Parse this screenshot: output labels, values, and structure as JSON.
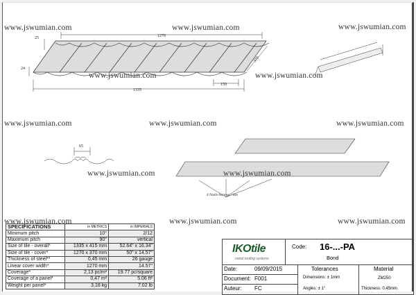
{
  "watermark": "www.jswumian.com",
  "drawing": {
    "dims": {
      "overall_length": "1270",
      "total_length": "1335",
      "height_top": "25",
      "height_bottom": "24",
      "width": "370",
      "pitch": "159",
      "profile_pitch": "65"
    },
    "nails_label": "4 Nails-Screws / tile"
  },
  "specifications": {
    "title": "SPECIFICATIONS",
    "col_metric": "in METRICS",
    "col_imperial": "in IMPERIALS",
    "rows": [
      {
        "label": "Minimum pitch",
        "metric": "10°",
        "imperial": "2/12"
      },
      {
        "label": "Maximum pitch",
        "metric": "90°",
        "imperial": "vertical"
      },
      {
        "label": "Size of tile - overall*",
        "metric": "1335 x 415 mm",
        "imperial": "52.64\" x 16.34\""
      },
      {
        "label": "Size of tile - cover*",
        "metric": "1270 x 370 mm",
        "imperial": "50\" x 14.57\""
      },
      {
        "label": "Thickness of steel**",
        "metric": "0,45 mm",
        "imperial": "26 gauge"
      },
      {
        "label": "Linear cover width*",
        "metric": "1270 mm",
        "imperial": "14.57\""
      },
      {
        "label": "Coverage*",
        "metric": "2,13 pc/m²",
        "imperial": "19.77 pc/square"
      },
      {
        "label": "Coverage of a panel*",
        "metric": "0,47 m²",
        "imperial": "5.06 ft²"
      },
      {
        "label": "Weight per panel*",
        "metric": "3,18 kg",
        "imperial": "7.02 lb"
      }
    ]
  },
  "title_block": {
    "logo": "IKOtile",
    "logo_tagline": "metal roofing systems",
    "code_label": "Code:",
    "code_value": "16-...-PA",
    "name": "Bond",
    "date_label": "Date:",
    "date_value": "09/09/2015",
    "document_label": "Document:",
    "document_value": "F001",
    "author_label": "Auteur:",
    "author_value": "FC",
    "tolerances_title": "Tolerances",
    "tol_dimensions": "Dimensions: ± 1mm",
    "tol_angles": "Angles: ± 1°",
    "material_title": "Material",
    "material_value": "ZM250",
    "thickness": "Thickness:  0.45mm"
  }
}
